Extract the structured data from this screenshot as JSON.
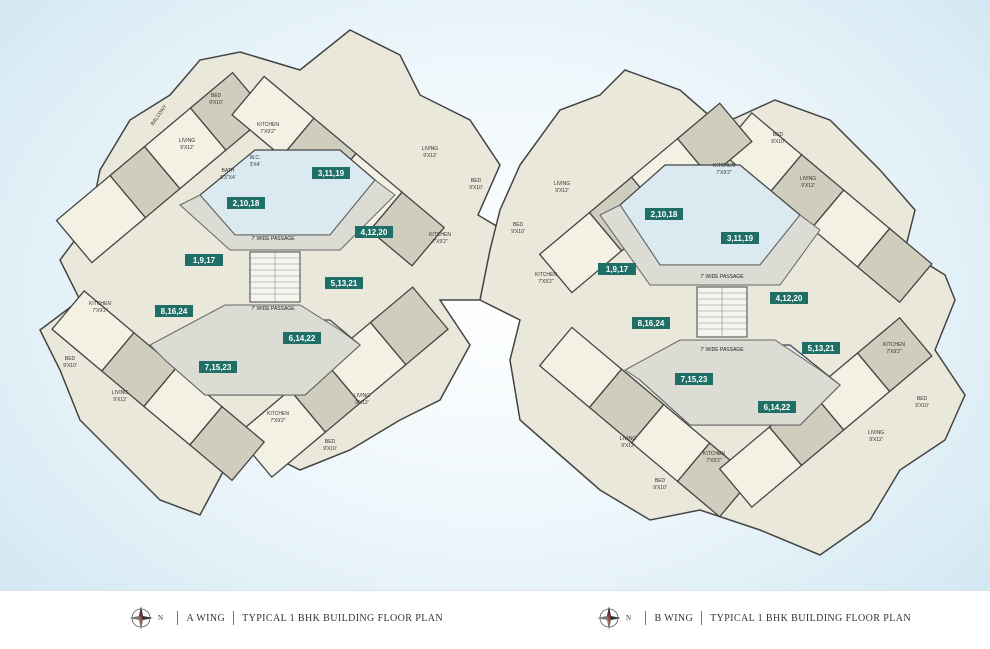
{
  "wings": [
    {
      "id": "a",
      "labels": [
        {
          "name": "bed-top-left-label",
          "text": "BED 9'X10'"
        },
        {
          "name": "living-top-left-label",
          "text": "LIVING 9'X12'"
        },
        {
          "name": "kitchen-top-left-label",
          "text": "KITCHEN 7'X9'2\""
        },
        {
          "name": "balcony-label",
          "text": "BALCONY"
        },
        {
          "name": "wc-label",
          "text": "W.C. 3'X4'"
        },
        {
          "name": "bath-label",
          "text": "BATH 5'3\"X4'"
        }
      ],
      "unit_tags": [
        "3,11,19",
        "2,10,18",
        "4,12,20",
        "1,9,17",
        "5,13,21",
        "8,16,24",
        "6,14,22",
        "7,15,23"
      ],
      "passages": [
        "7' WIDE PASSAGE",
        "7' WIDE PASSAGE"
      ],
      "room_text": {
        "bed": "BED",
        "bed_dim": "9'X10'",
        "living": "LIVING",
        "living_dim": "9'X12'",
        "kitchen": "KITCHEN",
        "kitchen_dim": "7'X9'2\"",
        "balcony": "BALCONY",
        "wc": "W.C.",
        "wc_dim": "3'X4'",
        "bath": "BATH",
        "bath_dim": "5'3\"X4'"
      },
      "caption": {
        "wing": "A WING",
        "title": "TYPICAL 1 BHK BUILDING FLOOR PLAN",
        "compass_n": "N"
      }
    },
    {
      "id": "b",
      "unit_tags": [
        "2,10,18",
        "3,11,19",
        "1,9,17",
        "4,12,20",
        "8,16,24",
        "5,13,21",
        "7,15,23",
        "6,14,22"
      ],
      "passages": [
        "7' WIDE PASSAGE",
        "7' WIDE PASSAGE"
      ],
      "caption": {
        "wing": "B WING",
        "title": "TYPICAL 1 BHK BUILDING FLOOR PLAN",
        "compass_n": "N"
      }
    }
  ]
}
